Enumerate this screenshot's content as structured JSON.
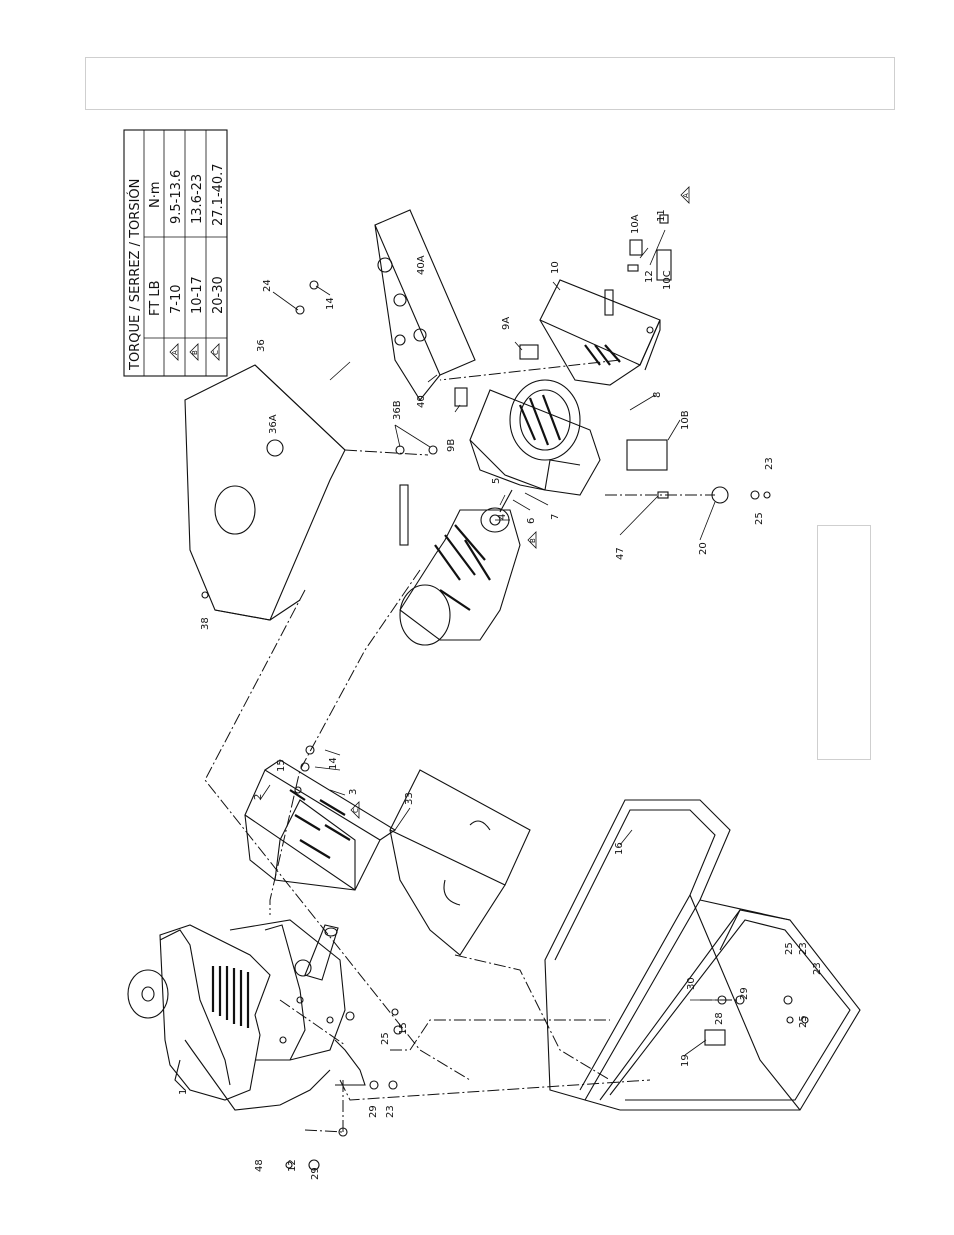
{
  "torque_table": {
    "title": "TORQUE / SERREZ / TORSIÓN",
    "col_ftlb": "FT LB",
    "col_nm": "N·m",
    "rows": [
      {
        "symbol": "A",
        "ftlb": "7-10",
        "nm": "9.5-13.6"
      },
      {
        "symbol": "B",
        "ftlb": "10-17",
        "nm": "13.6-23"
      },
      {
        "symbol": "C",
        "ftlb": "20-30",
        "nm": "27.1-40.7"
      }
    ]
  },
  "callouts": [
    "1",
    "2",
    "3",
    "4",
    "5",
    "6",
    "7",
    "8",
    "9A",
    "9B",
    "10",
    "10A",
    "10B",
    "10C",
    "11",
    "12",
    "12",
    "14",
    "14",
    "15",
    "15",
    "16",
    "19",
    "20",
    "23",
    "23",
    "23",
    "23",
    "24",
    "25",
    "25",
    "25",
    "25",
    "28",
    "29",
    "29",
    "29",
    "30",
    "33",
    "36",
    "36A",
    "36B",
    "38",
    "40",
    "40A",
    "47",
    "48"
  ],
  "torque_symbols": [
    "A",
    "B",
    "C",
    "A"
  ]
}
